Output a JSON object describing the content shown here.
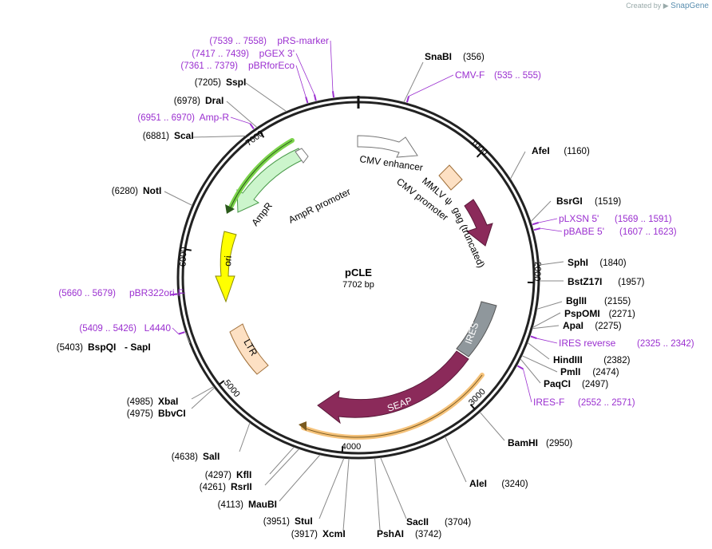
{
  "watermark": {
    "prefix": "Created by",
    "brand": "SnapGene"
  },
  "plasmid": {
    "name": "pCLE",
    "size_label": "7702 bp"
  },
  "ticks": [
    "1000",
    "2000",
    "3000",
    "4000",
    "5000",
    "6000",
    "7000"
  ],
  "enzymes": [
    {
      "name": "SnaBI",
      "pos": "(356)"
    },
    {
      "name": "AfeI",
      "pos": "(1160)"
    },
    {
      "name": "BsrGI",
      "pos": "(1519)"
    },
    {
      "name": "SphI",
      "pos": "(1840)"
    },
    {
      "name": "BstZ17I",
      "pos": "(1957)"
    },
    {
      "name": "BglII",
      "pos": "(2155)"
    },
    {
      "name": "PspOMI",
      "pos": "(2271)"
    },
    {
      "name": "ApaI",
      "pos": "(2275)"
    },
    {
      "name": "HindIII",
      "pos": "(2382)"
    },
    {
      "name": "PmlI",
      "pos": "(2474)"
    },
    {
      "name": "PaqCI",
      "pos": "(2497)"
    },
    {
      "name": "BamHI",
      "pos": "(2950)"
    },
    {
      "name": "AleI",
      "pos": "(3240)"
    },
    {
      "name": "SacII",
      "pos": "(3704)"
    },
    {
      "name": "PshAI",
      "pos": "(3742)"
    },
    {
      "name": "XcmI",
      "pos": "(3917)"
    },
    {
      "name": "StuI",
      "pos": "(3951)"
    },
    {
      "name": "MauBI",
      "pos": "(4113)"
    },
    {
      "name": "RsrII",
      "pos": "(4261)"
    },
    {
      "name": "KflI",
      "pos": "(4297)"
    },
    {
      "name": "SalI",
      "pos": "(4638)"
    },
    {
      "name": "BbvCI",
      "pos": "(4975)"
    },
    {
      "name": "XbaI",
      "pos": "(4985)"
    },
    {
      "name": "BspQI",
      "pos": "(5403)",
      "extra": "SapI"
    },
    {
      "name": "NotI",
      "pos": "(6280)"
    },
    {
      "name": "ScaI",
      "pos": "(6881)"
    },
    {
      "name": "DraI",
      "pos": "(6978)"
    },
    {
      "name": "SspI",
      "pos": "(7205)"
    }
  ],
  "primers": [
    {
      "name": "CMV-F",
      "range": "(535 .. 555)"
    },
    {
      "name": "pLXSN 5'",
      "range": "(1569 .. 1591)"
    },
    {
      "name": "pBABE 5'",
      "range": "(1607 .. 1623)"
    },
    {
      "name": "IRES reverse",
      "range": "(2325 .. 2342)"
    },
    {
      "name": "IRES-F",
      "range": "(2552 .. 2571)"
    },
    {
      "name": "L4440",
      "range": "(5409 .. 5426)"
    },
    {
      "name": "pBR322ori-F",
      "range": "(5660 .. 5679)"
    },
    {
      "name": "Amp-R",
      "range": "(6951 .. 6970)"
    },
    {
      "name": "pBRforEco",
      "range": "(7361 .. 7379)"
    },
    {
      "name": "pGEX 3'",
      "range": "(7417 .. 7439)"
    },
    {
      "name": "pRS-marker",
      "range": "(7539 .. 7558)"
    }
  ],
  "features": {
    "cmv_enhancer": "CMV enhancer",
    "cmv_promoter": "CMV promoter",
    "mmlv": "MMLV ψ",
    "gag": "gag (truncated)",
    "ires": "IRES",
    "seap": "SEAP",
    "ltr": "LTR",
    "ori": "ori",
    "ampr": "AmpR",
    "ampr_promoter": "AmpR promoter"
  },
  "colors": {
    "primer": "#9b30d0",
    "gag": "#8b2a5a",
    "seap": "#8b2a5a",
    "ires": "#8f979c",
    "ori": "#ffff00",
    "ampr": "#ccf5cc",
    "ltr": "#fde0c3",
    "mmlv": "#fde0c3",
    "orf_highlight_seap": "#f5c27a",
    "orf_highlight_ampr": "#7bd34b"
  }
}
